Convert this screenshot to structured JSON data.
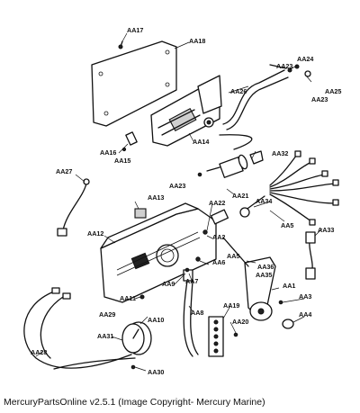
{
  "caption": "MercuryPartsOnline v2.5.1 (Image Copyright- Mercury Marine)",
  "labels": {
    "AA17": "AA17",
    "AA18": "AA18",
    "AA23": "AA23",
    "AA24": "AA24",
    "AA25": "AA25",
    "AA26": "AA26",
    "AA16": "AA16",
    "AA15": "AA15",
    "AA14": "AA14",
    "AA32": "AA32",
    "AA27": "AA27",
    "AA13": "AA13",
    "AA21": "AA21",
    "AA34": "AA34",
    "AA22": "AA22",
    "AA12": "AA12",
    "AA33": "AA33",
    "AA2": "AA2",
    "AA5": "AA5",
    "AA36": "AA36",
    "AA35": "AA35",
    "AA9": "AA9",
    "AA7": "AA7",
    "AA11": "AA11",
    "AA1": "AA1",
    "AA3": "AA3",
    "AA29": "AA29",
    "AA10": "AA10",
    "AA8": "AA8",
    "AA19": "AA19",
    "AA4": "AA4",
    "AA20": "AA20",
    "AA31": "AA31",
    "AA28": "AA28",
    "AA6": "AA6",
    "AA30": "AA30"
  }
}
